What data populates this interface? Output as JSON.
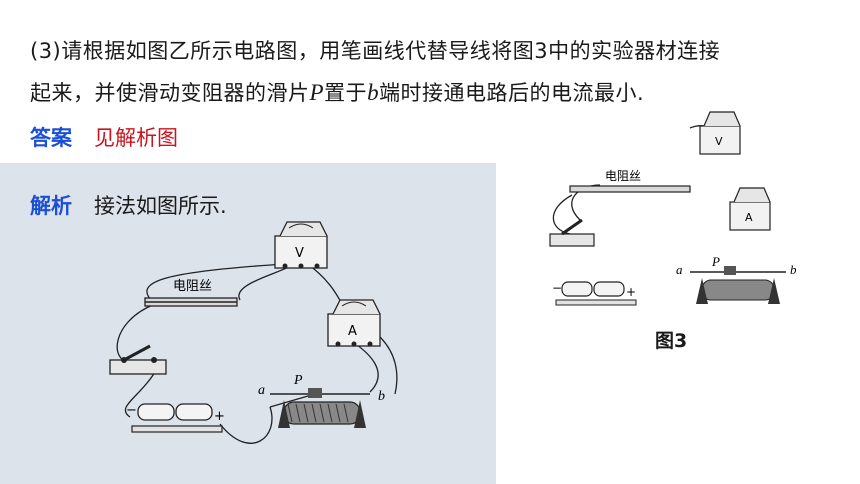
{
  "question": {
    "line1": "(3)请根据如图乙所示电路图，用笔画线代替导线将图3中的实验器材连接",
    "line2_a": "起来，并使滑动变阻器的滑片",
    "line2_p": "P",
    "line2_b": "置于",
    "line2_bvar": "b",
    "line2_c": "端时接通电路后的电流最小."
  },
  "answer": {
    "tag": "答案",
    "text": "见解析图"
  },
  "analysis": {
    "tag": "解析",
    "text": "接法如图所示."
  },
  "figure_labels": {
    "wire": "电阻丝",
    "voltmeter": "V",
    "ammeter": "A",
    "end_a": "a",
    "end_b": "b",
    "slider": "P",
    "minus": "−",
    "plus": "+"
  },
  "figure3_caption": "图3",
  "colors": {
    "tag_blue": "#1a4fd6",
    "answer_red": "#c9141e",
    "panel_bg": "#dde3ea"
  }
}
